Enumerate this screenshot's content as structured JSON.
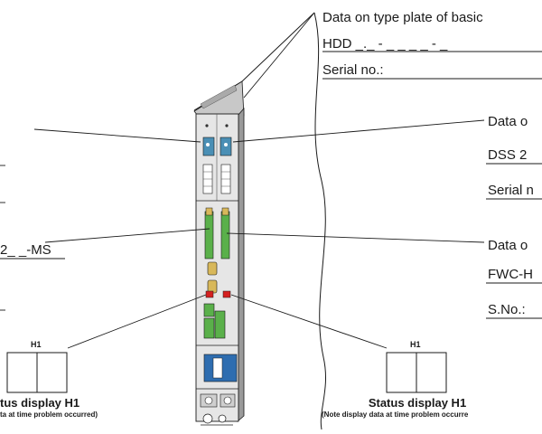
{
  "labels": {
    "basic_unit_heading": "Data on type plate of basic",
    "hdd_code": "HDD _._ - _ _ _ _ - _",
    "serial_no_top": "Serial no.:",
    "dss_heading": "Data o",
    "dss_code": "DSS 2",
    "serial_no_mid": "Serial n",
    "fwc_heading": "Data o",
    "fwc_code": "FWC-H",
    "s_no": "S.No.:",
    "left_code": "2_ _-MS"
  },
  "status_left": {
    "box_label": "H1",
    "caption": "tus display H1",
    "note": "ta at time problem occurred)"
  },
  "status_right": {
    "box_label": "H1",
    "caption": "Status display H1",
    "note": "(Note display data at time problem occurre"
  },
  "colors": {
    "line": "#1a1a1a",
    "module_fill": "#e6e6e6",
    "module_top": "#c8c8c8",
    "module_side": "#9a9a9a",
    "display_blue": "#4a8fb5",
    "connector_green": "#5ab04a",
    "connector_yellow": "#d8b85a",
    "led_red": "#d42020",
    "cover_blue": "#2e6db0"
  }
}
